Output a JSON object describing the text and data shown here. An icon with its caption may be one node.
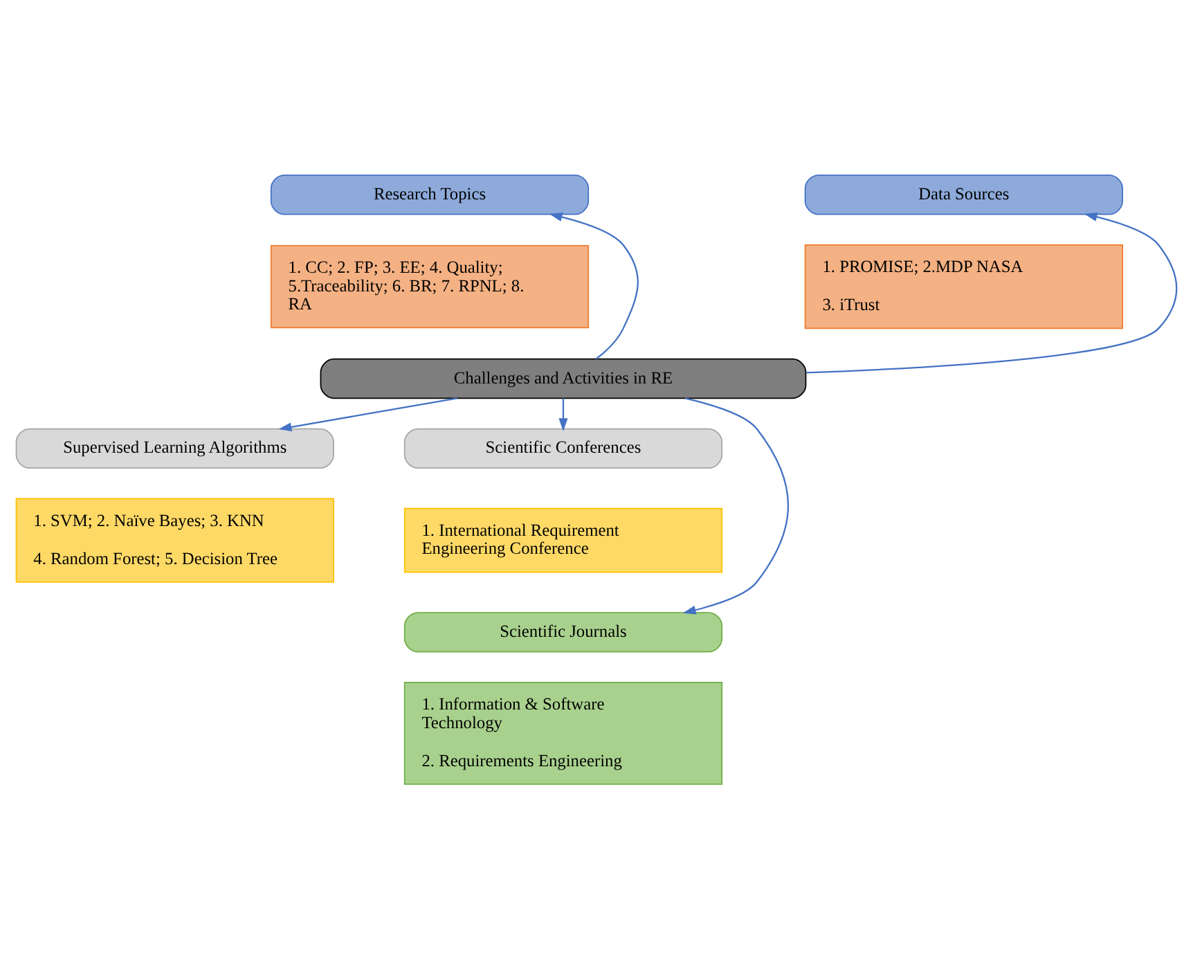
{
  "diagram": {
    "nodes": [
      {
        "text": [
          "Research Topics"
        ]
      },
      {
        "text": [
          "1. CC; 2. FP; 3. EE; 4. Quality; 5.Traceability; 6. BR; 7. RPNL; 8. RA"
        ]
      },
      {
        "text": [
          "Data Sources"
        ]
      },
      {
        "text": [
          "1. PROMISE; 2.MDP NASA",
          "3. iTrust"
        ]
      },
      {
        "text": [
          "Challenges and Activities in RE"
        ]
      },
      {
        "text": [
          "Supervised Learning Algorithms"
        ]
      },
      {
        "text": [
          "1. SVM; 2. Naïve Bayes; 3. KNN",
          "4. Random Forest; 5. Decision Tree"
        ]
      },
      {
        "text": [
          "Scientific Conferences"
        ]
      },
      {
        "text": [
          "1. International Requirement Engineering Conference"
        ]
      },
      {
        "text": [
          "Scientific Journals"
        ]
      },
      {
        "text": [
          "1. Information & Software Technology",
          "2. Requirements Engineering"
        ]
      }
    ],
    "edges": [
      {
        "from": 4,
        "to": 0,
        "arrow": "to"
      },
      {
        "from": 4,
        "to": 2,
        "arrow": "to"
      },
      {
        "from": 4,
        "to": 5,
        "arrow": "to"
      },
      {
        "from": 4,
        "to": 7,
        "arrow": "to"
      },
      {
        "from": 4,
        "to": 9,
        "arrow": "to"
      }
    ]
  }
}
